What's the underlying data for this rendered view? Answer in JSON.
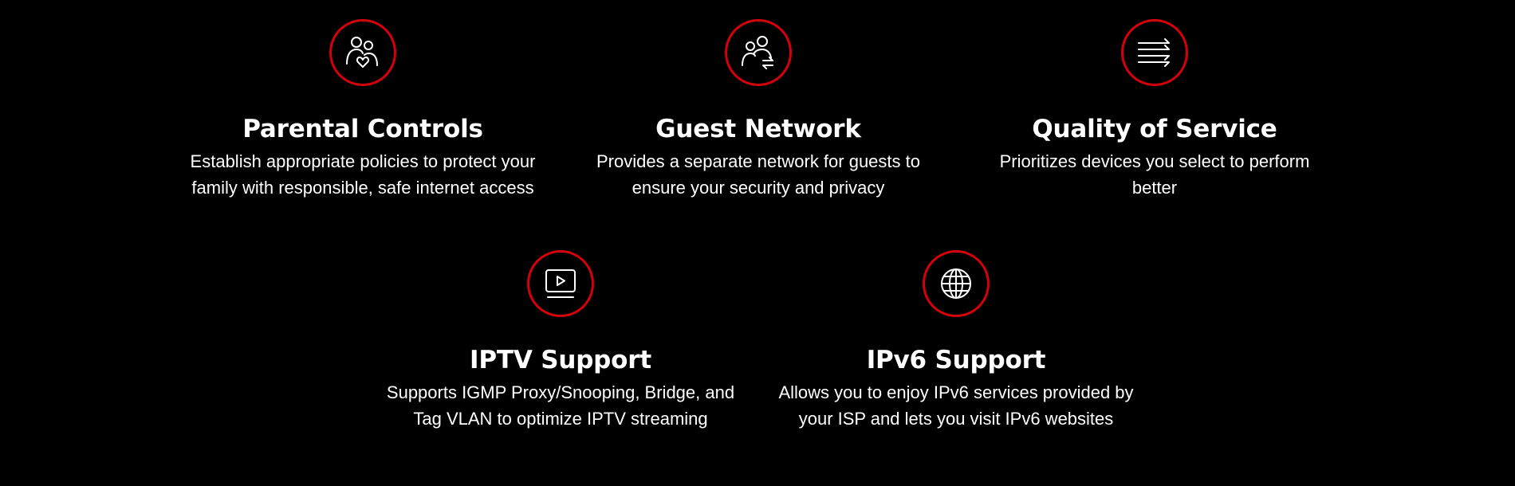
{
  "colors": {
    "background": "#000000",
    "accent_ring": "#d5000c",
    "text": "#ffffff"
  },
  "features": [
    {
      "icon": "parental-controls-icon",
      "title": "Parental Controls",
      "description": "Establish appropriate policies to protect your family with responsible, safe internet access"
    },
    {
      "icon": "guest-network-icon",
      "title": "Guest Network",
      "description": "Provides a separate network for guests to ensure your security and privacy"
    },
    {
      "icon": "quality-of-service-icon",
      "title": "Quality of Service",
      "description": "Prioritizes devices you select to perform better"
    },
    {
      "icon": "iptv-icon",
      "title": "IPTV Support",
      "description": "Supports IGMP Proxy/Snooping, Bridge, and Tag VLAN to optimize IPTV streaming"
    },
    {
      "icon": "globe-icon",
      "title": "IPv6 Support",
      "description": "Allows you to enjoy IPv6 services provided by your ISP and lets you visit IPv6 websites"
    }
  ]
}
